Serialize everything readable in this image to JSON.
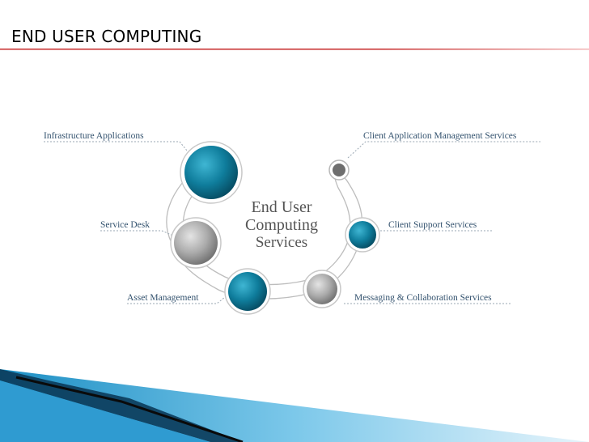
{
  "slide": {
    "title": "END USER COMPUTING"
  },
  "diagram": {
    "center": {
      "line1": "End User",
      "line2": "Computing",
      "line3": "Services"
    },
    "nodes": [
      {
        "label": "Infrastructure Applications",
        "color": "teal"
      },
      {
        "label": "Service Desk",
        "color": "gray"
      },
      {
        "label": "Asset Management",
        "color": "teal"
      },
      {
        "label": "Messaging & Collaboration Services",
        "color": "gray"
      },
      {
        "label": "Client Support Services",
        "color": "teal"
      },
      {
        "label": "Client Application Management Services",
        "color": "gray"
      }
    ]
  },
  "colors": {
    "accent_red": "#c0392b",
    "teal": "#0e6f8c",
    "gray": "#9a9a9a",
    "bottom_blue": "#3aa8d8"
  }
}
